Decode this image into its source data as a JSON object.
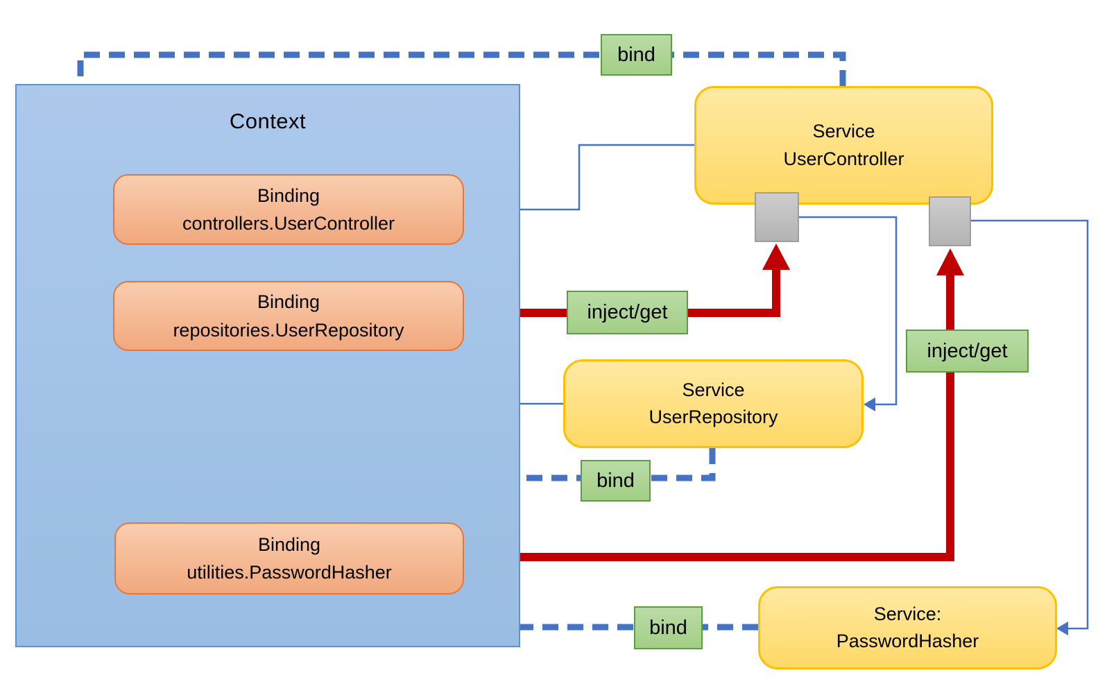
{
  "context": {
    "label": "Context"
  },
  "bindings": [
    {
      "id": "controllers",
      "line1": "Binding",
      "line2": "controllers.UserController"
    },
    {
      "id": "repositories",
      "line1": "Binding",
      "line2": "repositories.UserRepository"
    },
    {
      "id": "utilities",
      "line1": "Binding",
      "line2": "utilities.PasswordHasher"
    }
  ],
  "services": [
    {
      "id": "user-controller",
      "line1": "Service",
      "line2": "UserController"
    },
    {
      "id": "user-repository",
      "line1": "Service",
      "line2": "UserRepository"
    },
    {
      "id": "password-hasher",
      "line1": "Service:",
      "line2": "PasswordHasher"
    }
  ],
  "edge_labels": [
    {
      "id": "bind-top",
      "text": "bind"
    },
    {
      "id": "inject-get-left",
      "text": "inject/get"
    },
    {
      "id": "inject-get-right",
      "text": "inject/get"
    },
    {
      "id": "bind-middle",
      "text": "bind"
    },
    {
      "id": "bind-bottom",
      "text": "bind"
    }
  ],
  "edges": [
    {
      "from": "Service UserController",
      "to": "Binding controllers.UserController",
      "type": "bind",
      "style": "dashed-blue"
    },
    {
      "from": "Service UserRepository",
      "to": "Binding repositories.UserRepository",
      "type": "bind",
      "style": "dashed-blue"
    },
    {
      "from": "Service: PasswordHasher",
      "to": "Binding utilities.PasswordHasher",
      "type": "bind",
      "style": "dashed-blue"
    },
    {
      "from": "Binding repositories.UserRepository",
      "to": "Service UserController left slot",
      "type": "inject/get",
      "style": "thick-red"
    },
    {
      "from": "Binding utilities.PasswordHasher",
      "to": "Service UserController right slot",
      "type": "inject/get",
      "style": "thick-red"
    },
    {
      "from": "Binding controllers.UserController",
      "to": "Service UserController",
      "type": "reference",
      "style": "thin-blue"
    },
    {
      "from": "Binding repositories.UserRepository",
      "to": "Service UserRepository",
      "type": "reference",
      "style": "thin-blue"
    },
    {
      "from": "Service UserController left slot",
      "to": "Service UserRepository",
      "type": "reference",
      "style": "thin-blue"
    },
    {
      "from": "Service UserController right slot",
      "to": "Service: PasswordHasher",
      "type": "reference",
      "style": "thin-blue"
    }
  ],
  "colors": {
    "text": "#000000",
    "context_fill_top": "#ACC9EC",
    "context_fill_bottom": "#9ABDE3",
    "context_border": "#5E93D1",
    "binding_fill_top": "#F9CDAF",
    "binding_fill_bottom": "#F1A87D",
    "binding_border": "#E8763A",
    "service_fill_top": "#FFE9A3",
    "service_fill_bottom": "#FFD966",
    "service_border": "#FFC000",
    "label_fill_top": "#B9DCA6",
    "label_fill_bottom": "#A3CE86",
    "label_border": "#5E9C44",
    "slot_fill_top": "#CDCDCD",
    "slot_fill_bottom": "#B3B3B3",
    "slot_border": "#9E9E9E",
    "line_blue": "#4472C4",
    "line_red": "#C00000"
  }
}
